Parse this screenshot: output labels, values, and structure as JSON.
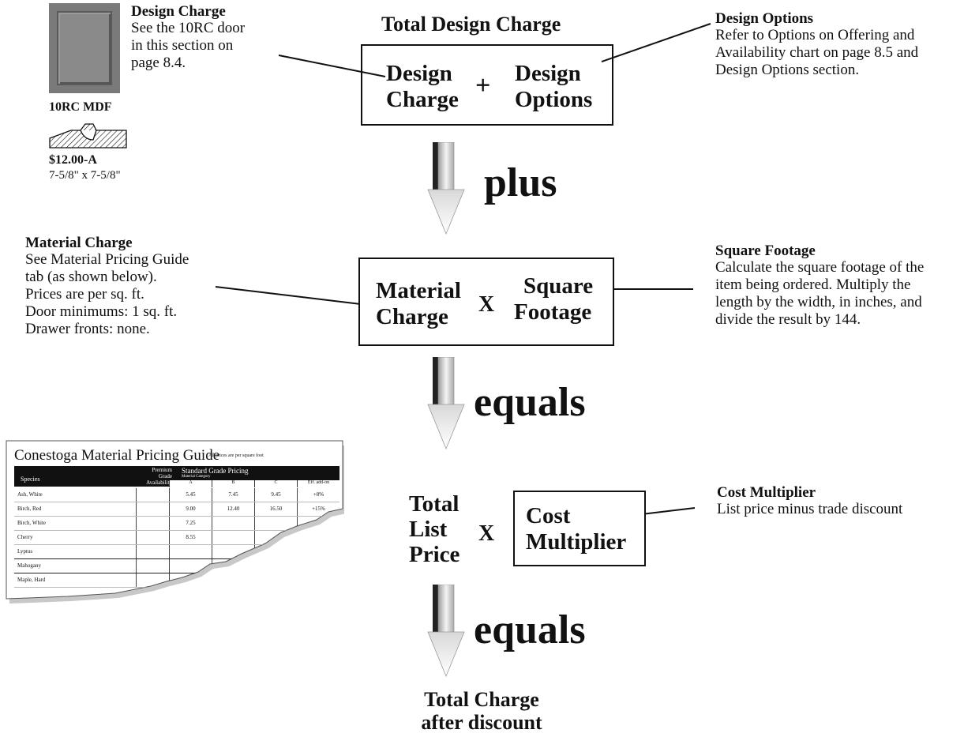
{
  "design_charge_note": {
    "title": "Design Charge",
    "lines": [
      "See the 10RC door",
      "in this section on",
      "page 8.4."
    ]
  },
  "door": {
    "name": "10RC MDF",
    "price": "$12.00-A",
    "size": "7-5/8\" x 7-5/8\""
  },
  "total_design_charge": {
    "title": "Total Design Charge",
    "left_line1": "Design",
    "left_line2": "Charge",
    "operator": "+",
    "right_line1": "Design",
    "right_line2": "Options"
  },
  "design_options_note": {
    "title": "Design Options",
    "lines": [
      "Refer to Options on Offering and",
      "Availability chart on page 8.5 and",
      "Design Options section."
    ]
  },
  "step_words": {
    "plus": "plus",
    "equals1": "equals",
    "equals2": "equals"
  },
  "material_charge_note": {
    "title": "Material Charge",
    "lines": [
      "See Material Pricing Guide",
      "tab (as shown below).",
      "Prices are per sq. ft.",
      "Door minimums: 1 sq. ft.",
      "Drawer fronts: none."
    ]
  },
  "material_box": {
    "left_line1": "Material",
    "left_line2": "Charge",
    "operator": "X",
    "right_line1": "Square",
    "right_line2": "Footage"
  },
  "square_footage_note": {
    "title": "Square Footage",
    "lines": [
      "Calculate the square footage of the",
      "item being ordered. Multiply the",
      "length by the width, in inches, and",
      "divide the result by 144."
    ]
  },
  "pricing_guide": {
    "title": "Conestoga Material Pricing Guide",
    "note": "All prices are per square foot",
    "species_header": "Species",
    "premium_header": [
      "Premium",
      "Grade",
      "Availability"
    ],
    "standard_header": "Standard Grade Pricing",
    "subheader": "Material Category",
    "columns": [
      "A",
      "B",
      "C",
      "Eff. add-on"
    ],
    "rows": [
      {
        "species": "Ash, White",
        "a": "5.45",
        "b": "7.45",
        "c": "9.45",
        "d": "+8%"
      },
      {
        "species": "Birch, Red",
        "a": "9.00",
        "b": "12.40",
        "c": "16.50",
        "d": "+15%"
      },
      {
        "species": "Birch, White",
        "a": "7.25",
        "b": "",
        "c": "",
        "d": ""
      },
      {
        "species": "Cherry",
        "a": "8.55",
        "b": "",
        "c": "",
        "d": ""
      },
      {
        "species": "Lyptus",
        "a": "",
        "b": "",
        "c": "",
        "d": ""
      },
      {
        "species": "Mahogany",
        "a": "",
        "b": "",
        "c": "",
        "d": ""
      },
      {
        "species": "Maple, Hard",
        "a": "",
        "b": "",
        "c": "",
        "d": ""
      }
    ]
  },
  "total_list": {
    "line1": "Total",
    "line2": "List",
    "line3": "Price",
    "operator": "X"
  },
  "cost_box": {
    "line1": "Cost",
    "line2": "Multiplier"
  },
  "cost_multiplier_note": {
    "title": "Cost Multiplier",
    "line": "List price minus trade discount"
  },
  "final": {
    "line1": "Total Charge",
    "line2": "after discount"
  }
}
